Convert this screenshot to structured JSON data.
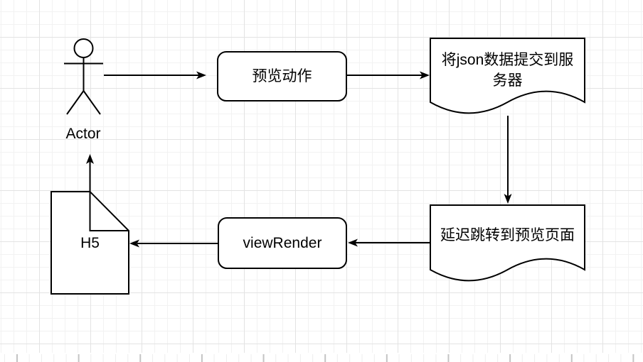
{
  "canvas": {
    "background_color": "#ffffff",
    "grid_minor_color": "#f2f2f2",
    "grid_major_color": "#e3e3e3",
    "shape_fill_color": "#ffffff",
    "shape_stroke_color": "#000000",
    "text_color": "#000000"
  },
  "nodes": {
    "actor": {
      "type": "actor",
      "label": "Actor"
    },
    "preview_action": {
      "type": "rounded-rectangle",
      "label": "预览动作"
    },
    "submit_json": {
      "type": "document",
      "label": "将json数据提交到服务器"
    },
    "delay_redirect": {
      "type": "document",
      "label": "延迟跳转到预览页面"
    },
    "view_render": {
      "type": "rounded-rectangle",
      "label": "viewRender"
    },
    "h5": {
      "type": "note",
      "label": "H5"
    }
  },
  "edges": [
    {
      "from": "actor",
      "to": "preview_action",
      "direction": "right"
    },
    {
      "from": "preview_action",
      "to": "submit_json",
      "direction": "right"
    },
    {
      "from": "submit_json",
      "to": "delay_redirect",
      "direction": "down"
    },
    {
      "from": "delay_redirect",
      "to": "view_render",
      "direction": "left"
    },
    {
      "from": "view_render",
      "to": "h5",
      "direction": "left"
    },
    {
      "from": "h5",
      "to": "actor",
      "direction": "up"
    }
  ]
}
